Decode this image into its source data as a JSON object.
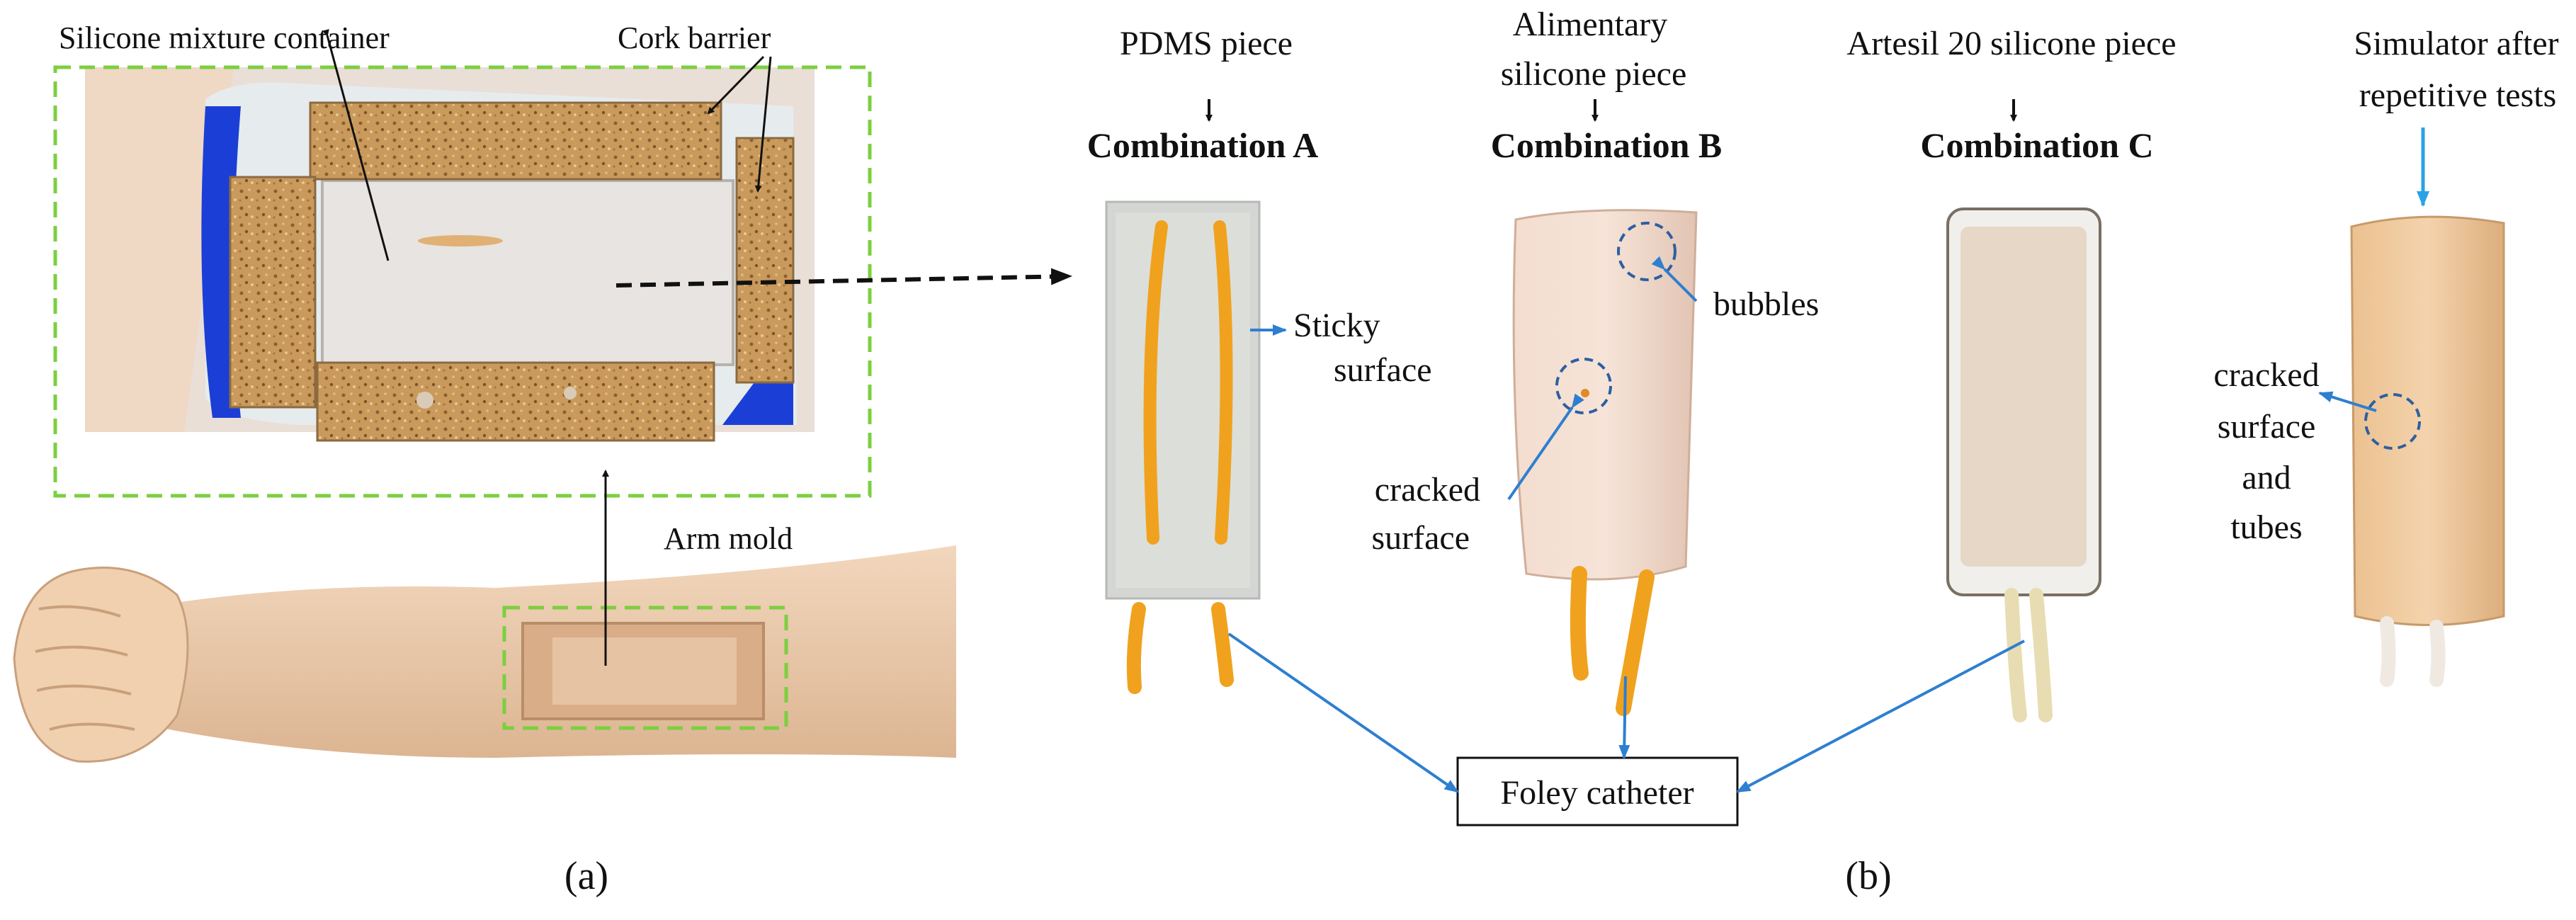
{
  "panel_a": {
    "label": "(a)",
    "callouts": {
      "silicone_container": "Silicone mixture container",
      "cork_barrier": "Cork barrier",
      "arm_mold": "Arm mold"
    }
  },
  "panel_b": {
    "label": "(b)",
    "columns": [
      {
        "piece": "PDMS piece",
        "combination": "Combination A"
      },
      {
        "piece_line1": "Alimentary",
        "piece_line2": "silicone piece",
        "combination": "Combination B"
      },
      {
        "piece": "Artesil 20 silicone piece",
        "combination": "Combination C"
      },
      {
        "piece_line1": "Simulator after",
        "piece_line2": "repetitive tests"
      }
    ],
    "annotations": {
      "sticky_line1": "Sticky",
      "sticky_line2": "surface",
      "bubbles": "bubbles",
      "cracked_b_line1": "cracked",
      "cracked_b_line2": "surface",
      "cracked_d_line1": "cracked",
      "cracked_d_line2": "surface",
      "cracked_d_line3": "and",
      "cracked_d_line4": "tubes"
    },
    "foley_catheter": "Foley catheter"
  },
  "colors": {
    "dashed_box": "#7ccf3f",
    "annotation_arrow": "#2e7fd0",
    "cork": "#c99a5c",
    "blue_putty": "#1b3fd6",
    "skin": "#ecc9a8",
    "orange_tube": "#f0a21e"
  }
}
